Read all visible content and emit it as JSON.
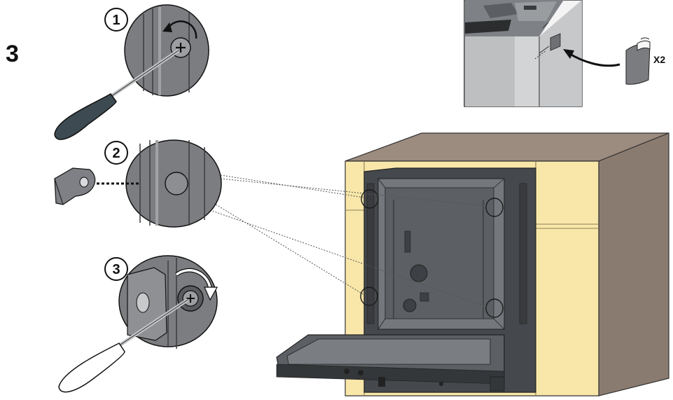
{
  "step": {
    "number": "3"
  },
  "sub_steps": [
    {
      "badge": "1",
      "action": "unscrew"
    },
    {
      "badge": "2",
      "action": "attach-bracket"
    },
    {
      "badge": "3",
      "action": "screw"
    }
  ],
  "inset": {
    "quantity_label": "X2"
  },
  "colors": {
    "cabinet_front": "#f8e7a9",
    "cabinet_side": "#8a7b70",
    "cabinet_top": "#9c8b7f",
    "appliance_frame": "#45484c",
    "appliance_inner": "#74777b",
    "zoom_circle": "#7b7d80",
    "screwdriver_handle": "#3d4a52"
  },
  "icons": [
    "screwdriver-icon",
    "screw-head-icon",
    "rotate-ccw-arrow-icon",
    "rotate-cw-arrow-icon",
    "mounting-bracket-icon",
    "adhesive-tab-icon"
  ]
}
